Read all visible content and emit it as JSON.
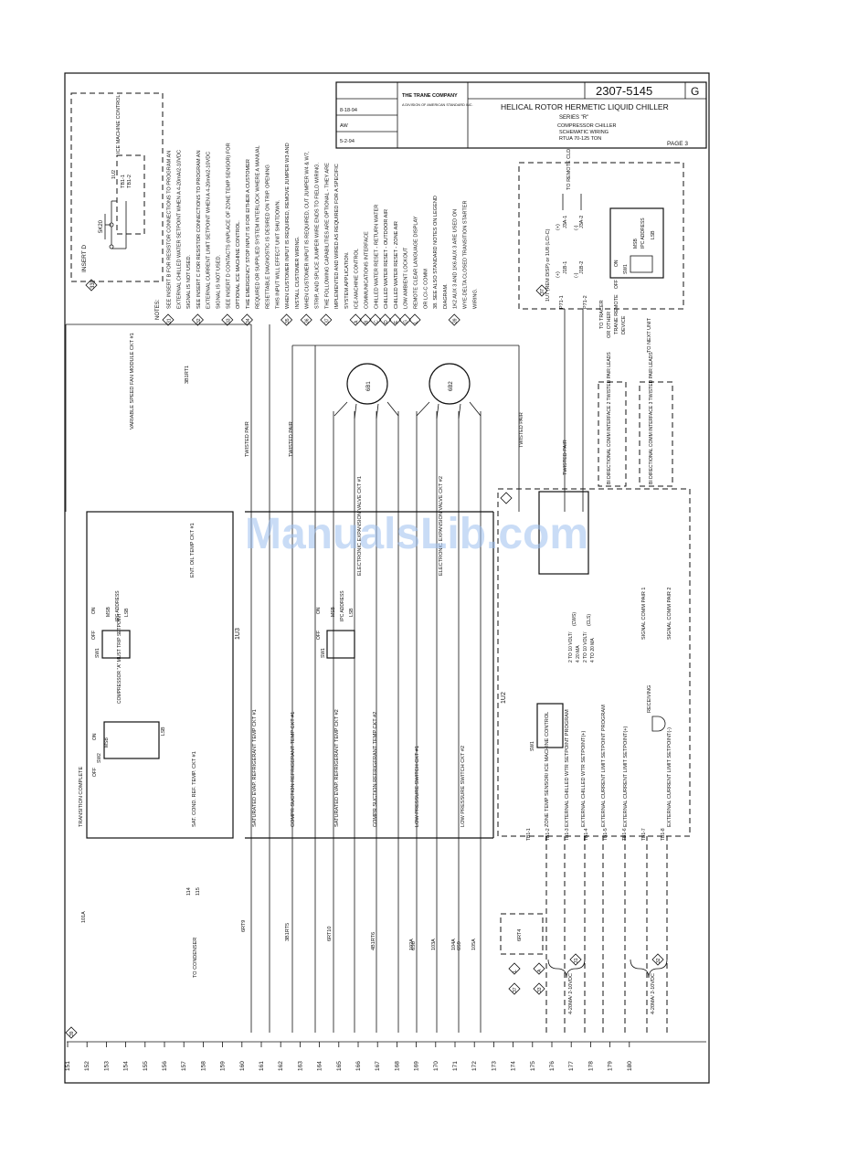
{
  "title_block": {
    "company": "THE TRANE COMPANY",
    "division": "A DIVISION OF AMERICAN STANDARD INC.",
    "drawing_number": "2307-5145",
    "revision": "G",
    "title": "HELICAL ROTOR HERMETIC LIQUID CHILLER",
    "series": "SERIES \"R\"",
    "sub1": "COMPRESSOR CHILLER",
    "sub2": "SCHEMATIC WIRING",
    "model": "RTUA 70-125 TON",
    "page": "PAGE 3",
    "date_rev": "8-18-94",
    "initials": "AW",
    "date_orig": "5-2-94"
  },
  "notes": {
    "heading": "NOTES:",
    "items": [
      {
        "num": "31",
        "text": "SEE INSERT B FOR RESISTOR CONNECTIONS TO PROGRAM AN"
      },
      {
        "num": "",
        "text": "EXTERNAL CHILLED WATER SETPOINT WHEN A 4-20mA/2-10VDC"
      },
      {
        "num": "",
        "text": "SIGNAL IS NOT USED."
      },
      {
        "num": "32",
        "text": "SEE INSERT C FOR RESISTOR CONNECTIONS TO PROGRAM AN"
      },
      {
        "num": "",
        "text": "EXTERNAL CURRENT LIMIT SETPOINT WHEN A 4-20mA/2-10VDC"
      },
      {
        "num": "",
        "text": "SIGNAL IS NOT USED."
      },
      {
        "num": "33",
        "text": "SEE INSERT D CONTACTS (INPLACE OF ZONE TEMP SENSOR) FOR"
      },
      {
        "num": "",
        "text": "OPTIONAL ICE MACHINE CONTROL."
      },
      {
        "num": "34",
        "text": "THE EMERGENCY STOP INPUT IS FOR EITHER A CUSTOMER"
      },
      {
        "num": "",
        "text": "REQUIRED OR SUPPLIED SYSTEM INTERLOCK WHERE A MANUAL"
      },
      {
        "num": "",
        "text": "RESETTABLE DIAGNOSTIC IS DESIRED ON TRIP. OPENING"
      },
      {
        "num": "",
        "text": "THIS INPUT WILL EFFECT UNIT SHUTDOWN."
      },
      {
        "num": "35",
        "text": "WHEN CUSTOMER INPUT IS REQUIRED, REMOVE JUMPER W3 AND"
      },
      {
        "num": "",
        "text": "INSTALL CUSTOMER WIRING."
      },
      {
        "num": "36",
        "text": "WHEN CUSTOMER INPUT IS REQUIRED, CUT JUMPER W4 & W7,"
      },
      {
        "num": "",
        "text": "STRIP, AND SPLICE JUMPER WIRE ENDS TO FIELD WIRING."
      },
      {
        "num": "37",
        "text": "THE FOLLOWING CAPABILITIES ARE OPTIONAL - THEY ARE"
      },
      {
        "num": "",
        "text": "IMPLEMENTED AND WIRED AS REQUIRED FOR A SPECIFIC"
      },
      {
        "num": "",
        "text": "SYSTEM APPLICATION."
      },
      {
        "num": "A",
        "text": "ICE-MACHINE CONTROL"
      },
      {
        "num": "B",
        "text": "COMMUNICATIONS INTERFACE"
      },
      {
        "num": "C",
        "text": "CHILLED WATER RESET - RETURN WATER"
      },
      {
        "num": "D",
        "text": "CHILLED WATER RESET - OUTDOOR AIR"
      },
      {
        "num": "E",
        "text": "CHILLED WATER RESET - ZONE AIR"
      },
      {
        "num": "G",
        "text": "LOW AMBIENT LOCKOUT"
      },
      {
        "num": "L",
        "text": "REMOTE CLEAR LANGUAGE DISPLAY"
      },
      {
        "num": "",
        "text": "OR LCI-C COMM"
      },
      {
        "num": "",
        "text": "38. SEE ALSO STANDARD NOTES ON LEGEND"
      },
      {
        "num": "",
        "text": "DIAGRAM."
      },
      {
        "num": "39",
        "text": "1K2 AUX 3 AND 1K6 AUX 3 ARE USED ON"
      },
      {
        "num": "",
        "text": "WYE-DELTA CLOSED TRANSITION STARTER"
      },
      {
        "num": "",
        "text": "WIRING."
      }
    ]
  },
  "insert_d": {
    "label": "INSERT D",
    "ref": "33",
    "contact": "5K20",
    "board": "1U2",
    "tb1": "TB1-1",
    "tb2": "TB1-2",
    "caption": "ICE MACHINE CONTROL"
  },
  "lci": {
    "title": "1U7 (REM DISP) or 1U8 (LCI-C)",
    "ref": "37",
    "j1": "J1B-1",
    "j2": "J1B-2",
    "j3": "J3A-1",
    "j4": "J3A-2",
    "plus": "(+)",
    "minus": "(-)",
    "to_remote": "TO REMOTE CLD",
    "on": "ON",
    "off": "OFF",
    "sw": "SW1",
    "msb": "MSB",
    "ipc": "IPC ADDRESS",
    "lsb": "LSB",
    "p1": "P71-1",
    "p2": "P71-2"
  },
  "row_numbers": [
    "151",
    "152",
    "153",
    "154",
    "155",
    "156",
    "157",
    "158",
    "159",
    "160",
    "161",
    "162",
    "163",
    "164",
    "165",
    "166",
    "167",
    "168",
    "169",
    "170",
    "171",
    "172",
    "173",
    "174",
    "175",
    "176",
    "177",
    "178",
    "179",
    "180"
  ],
  "boards": {
    "u3": "1U3",
    "u2": "1U2"
  },
  "u3_left": [
    {
      "label": "TRANSITION COMPLETE"
    },
    {
      "label": "SAT. COND. REF. TEMP. CKT #1"
    },
    {
      "label": "SATURATED EVAP. REFRIGERANT TEMP CKT #1"
    },
    {
      "label": "COMPR SUCTION REFRIGERANT TEMP CKT #1"
    },
    {
      "label": "SATURATED EVAP. REFRIGERANT TEMP CKT #2"
    },
    {
      "label": "COMPR SUCTION REFRIGERANT TEMP CKT #2"
    },
    {
      "label": "LOW PRESSURE SWITCH CKT #1"
    },
    {
      "label": "LOW PRESSURE SWITCH CKT #2"
    }
  ],
  "u3_right": [
    {
      "label": "VARIABLE SPEED FAN MODULE CKT #1"
    },
    {
      "label": "ENT. OIL TEMP CKT #1"
    },
    {
      "label": "ELECTRONIC EXPANSION VALVE CKT #1"
    },
    {
      "label": "ELECTRONIC EXPANSION VALVE CKT #2"
    }
  ],
  "sw2": {
    "name": "SW2",
    "msb": "MSB",
    "lsb": "LSB",
    "caption": "COMPRESSOR \"A\" MUST TRIP SETPOINT",
    "on": "ON",
    "off": "OFF"
  },
  "sw1_u3": {
    "name": "SW1",
    "caption": "IPC ADDRESS",
    "msb": "MSB",
    "lsb": "LSB",
    "on": "ON",
    "off": "OFF"
  },
  "u2": {
    "sw1": "SW1",
    "cws": "(CWS)",
    "cls": "(CLS)",
    "sw_lines": [
      "2 TO 10 VOLT/",
      "4 20 MA",
      "2 TO 10 VOLT/",
      "4 TO 20 MA"
    ],
    "receiving": "RECEIVING",
    "signal1": "SIGNAL COMM PAIR 1",
    "signal2": "SIGNAL COMM PAIR 2",
    "inputs": [
      "ZONE TEMP SENSOR/ ICE MACHINE CONTROL",
      "EXTERNAL CHILLED WTR SETPOINT PROGRAM",
      "EXTERNAL CHILLED WTR SETPOINT(+)",
      "EXTERNAL CURRENT LIMIT SETPOINT PROGRAM",
      "EXTERNAL CURRENT LIMIT SETPOINT(+)",
      "EXTERNAL CURRENT LIMIT SETPOINT(-)"
    ],
    "tb": [
      "TB1-1",
      "TB1-2",
      "TB1-3",
      "TB1-4",
      "TB1-5",
      "TB1-6",
      "TB1-7",
      "TB1-8"
    ]
  },
  "comm": {
    "tracer": "TO TRACER OR OTHER TRANE REMOTE DEVICE",
    "next": "TO NEXT UNIT",
    "bi1": "BI DIRECTIONAL COMM INTERFACE 2 TWISTED PAIR LEADS",
    "bi2": "BI DIRECTIONAL COMM INTERFACE 3 TWISTED PAIR LEADS",
    "twisted": "TWISTED PAIR"
  },
  "motors": [
    "6B1",
    "6B2"
  ],
  "sensors": [
    "6RT9",
    "3B1RT5",
    "6RT10",
    "4B1RT6",
    "6S8",
    "6S9",
    "6RT4",
    "3B1RT1"
  ],
  "wires": [
    "101A",
    "102A",
    "103A",
    "104A",
    "105A",
    "114",
    "115"
  ],
  "bottom": {
    "to_condenser": "TO CONDENSER",
    "range1": "4-20MA/ 2-10VDC",
    "range2": "4-20MA/ 2-10VDC"
  },
  "watermark": "ManualsLib.com",
  "refs": [
    "37",
    "33",
    "L",
    "A",
    "31",
    "32",
    "39"
  ]
}
